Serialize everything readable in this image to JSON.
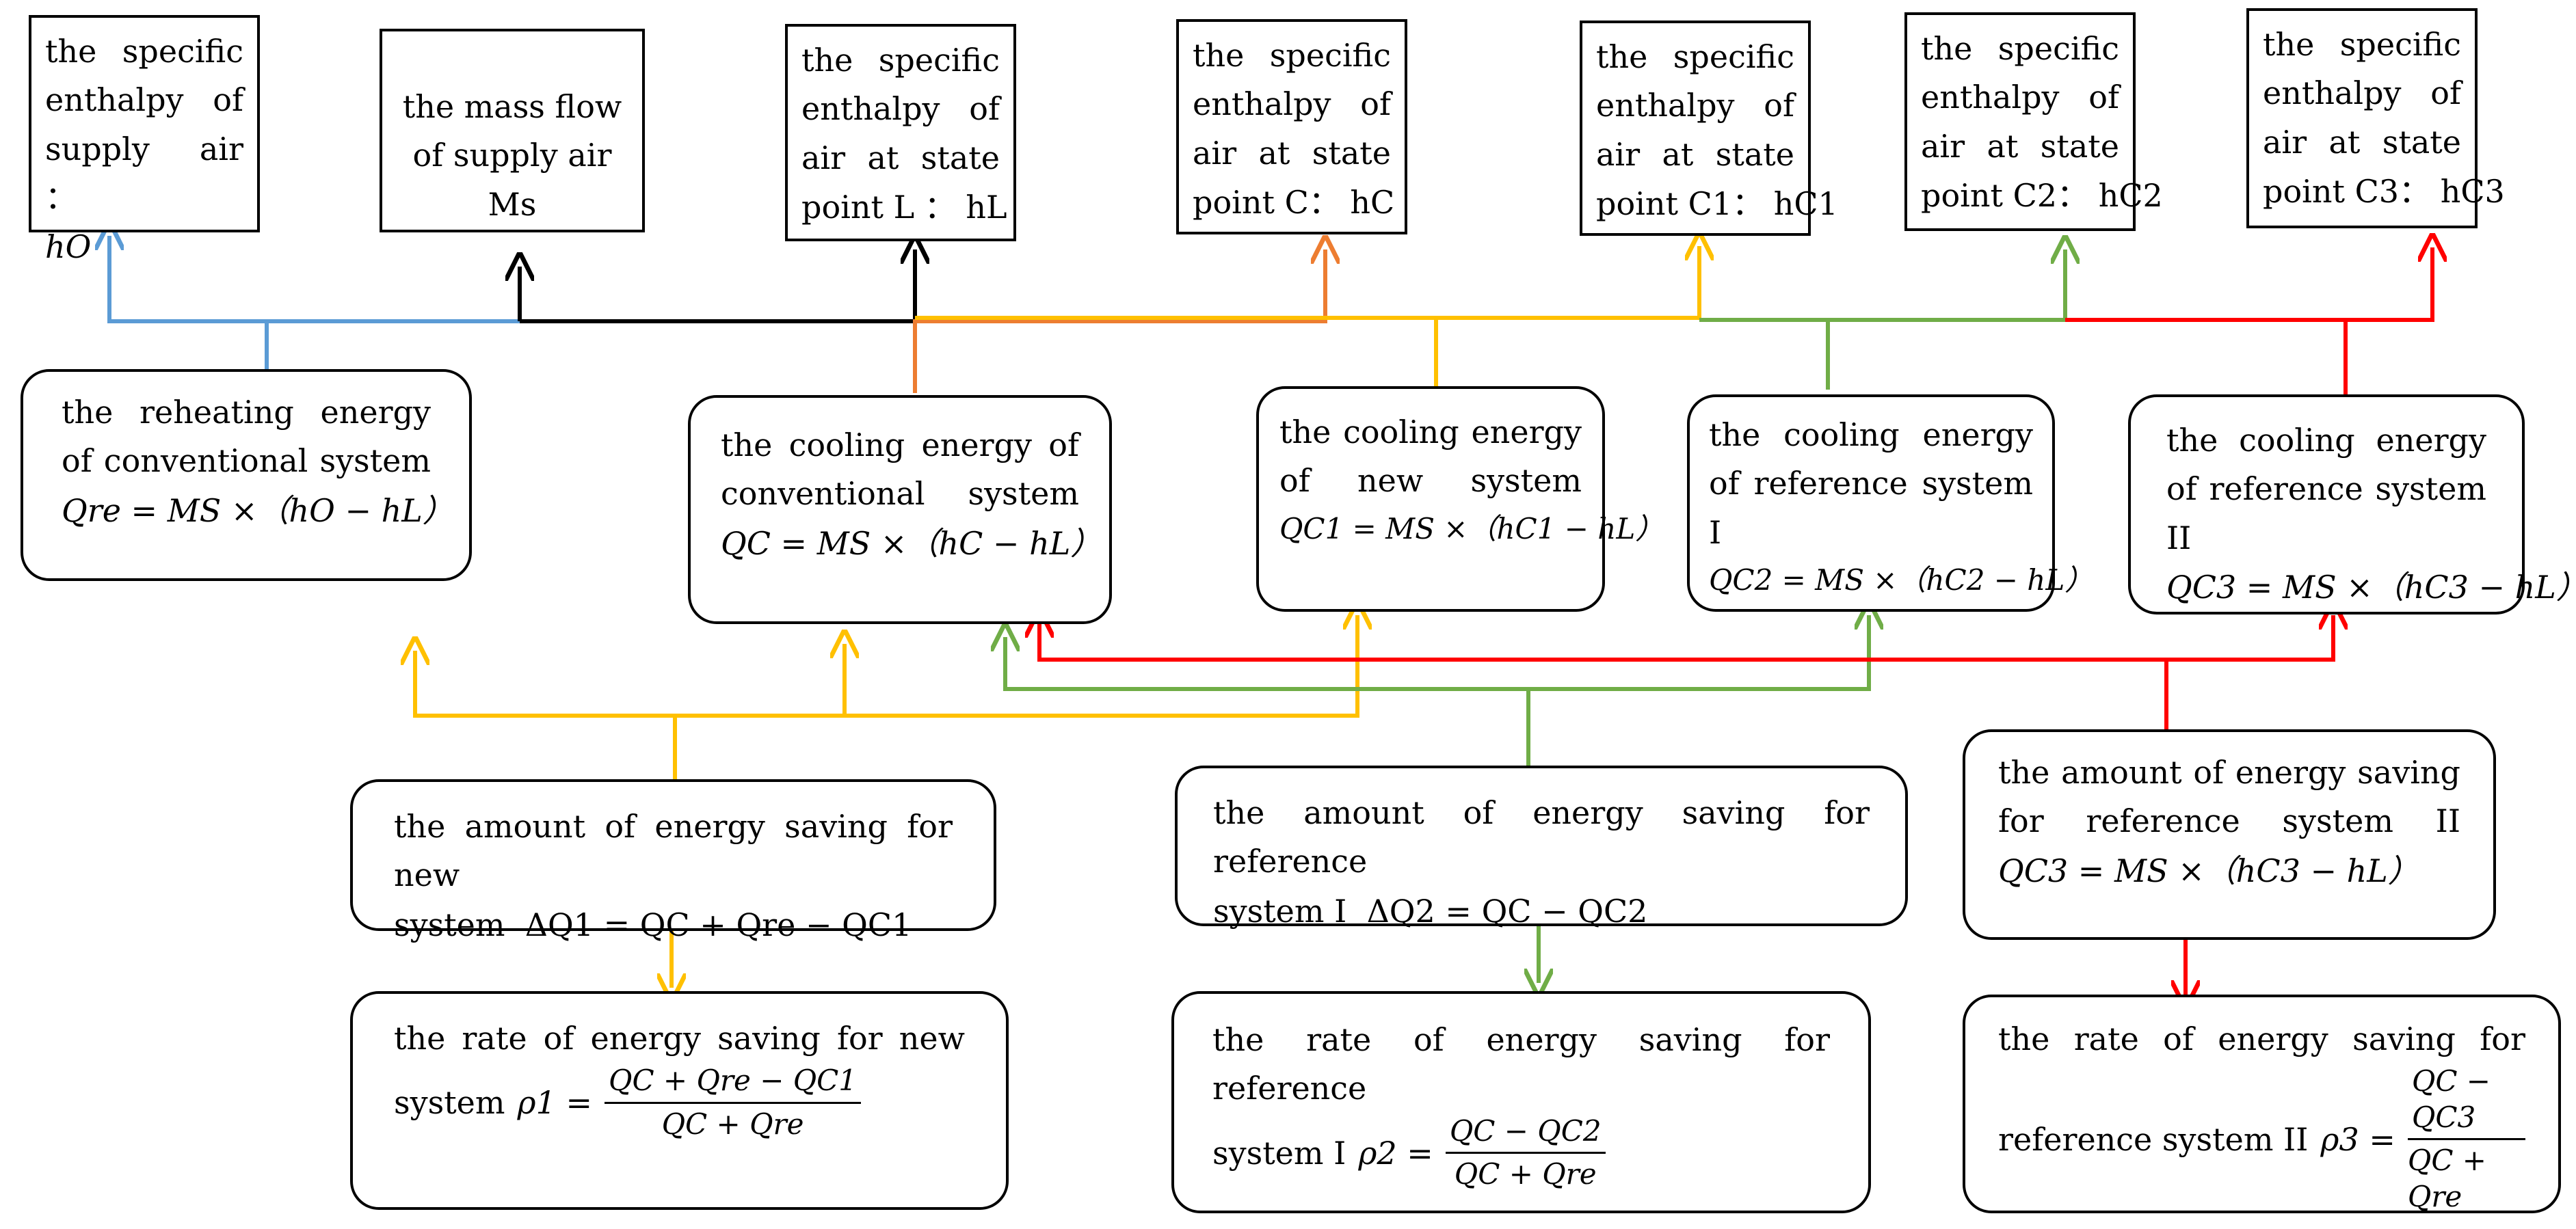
{
  "colors": {
    "blue": "#5b9bd5",
    "black": "#000000",
    "orange": "#ed7d31",
    "yellow": "#ffc000",
    "green": "#70ad47",
    "red": "#ff0000"
  },
  "top": {
    "h_o": {
      "text": "the specific enthalpy of supply air ：",
      "sym": "hO"
    },
    "ms": {
      "text": "the mass flow of supply air Ms"
    },
    "h_l": {
      "text": "the specific enthalpy of air at state",
      "pt": "point L ：",
      "sym": "hL"
    },
    "h_c": {
      "text": "the specific enthalpy of air at state",
      "pt": "point C：",
      "sym": "hC"
    },
    "h_c1": {
      "text": "the specific enthalpy of air at state",
      "pt": "point C1：",
      "sym": "hC1"
    },
    "h_c2": {
      "text": "the specific enthalpy of air at state",
      "pt": "point C2：",
      "sym": "hC2"
    },
    "h_c3": {
      "text": "the specific enthalpy of air at state",
      "pt": "point C3：",
      "sym": "hC3"
    }
  },
  "mid": {
    "reheat": {
      "text": "the reheating energy of conventional system",
      "formula": "Qre = MS ×（hO − hL）"
    },
    "cool_conv": {
      "text": "the cooling energy of conventional system",
      "formula": "QC = MS ×（hC − hL）"
    },
    "cool_new": {
      "text": "the cooling energy of new system",
      "formula": "QC1 = MS ×（hC1 − hL）"
    },
    "cool_ref1": {
      "text": "the cooling energy of reference system I",
      "formula": "QC2 = MS ×（hC2 − hL）"
    },
    "cool_ref2": {
      "text": "the cooling energy of reference system II",
      "formula": "QC3 = MS ×（hC3 − hL）"
    }
  },
  "saving": {
    "new": {
      "text": "the amount of energy saving for new",
      "lbl": "system",
      "formula": "ΔQ1 = QC + Qre − QC1"
    },
    "ref1": {
      "text": "the amount of energy saving for reference",
      "lbl": "system I",
      "formula": "ΔQ2 = QC − QC2"
    },
    "ref2": {
      "text": "the amount of energy saving for reference system II",
      "formula": "QC3 = MS ×（hC3 − hL）"
    }
  },
  "rate": {
    "new": {
      "text": "the rate of energy saving for new",
      "lbl": "system",
      "sym": "ρ1 =",
      "num": "QC + Qre − QC1",
      "den": "QC + Qre"
    },
    "ref1": {
      "text": "the rate of energy saving for reference",
      "lbl": "system I",
      "sym": "ρ2 =",
      "num": "QC − QC2",
      "den": "QC + Qre"
    },
    "ref2": {
      "text": "the rate of energy saving for",
      "lbl": "reference system II",
      "sym": "ρ3 =",
      "num": "QC − QC3",
      "den": "QC + Qre"
    }
  }
}
